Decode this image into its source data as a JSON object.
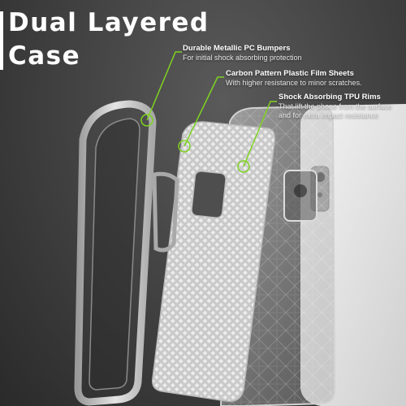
{
  "title": {
    "line1": "Dual Layered",
    "line2": "Case"
  },
  "callouts": [
    {
      "heading": "Durable Metallic PC Bumpers",
      "lines": [
        "For initial shock absorbing protection"
      ]
    },
    {
      "heading": "Carbon Pattern Plastic Film Sheets",
      "lines": [
        "With higher resistance to minor scratches."
      ]
    },
    {
      "heading": "Shock Absorbing TPU Rims",
      "lines": [
        "That lift the phone from the surface",
        "and for extra impact resistance"
      ]
    }
  ],
  "colors": {
    "accent": "#7ed321",
    "text": "#ffffff",
    "background": "#3a3a3a"
  }
}
